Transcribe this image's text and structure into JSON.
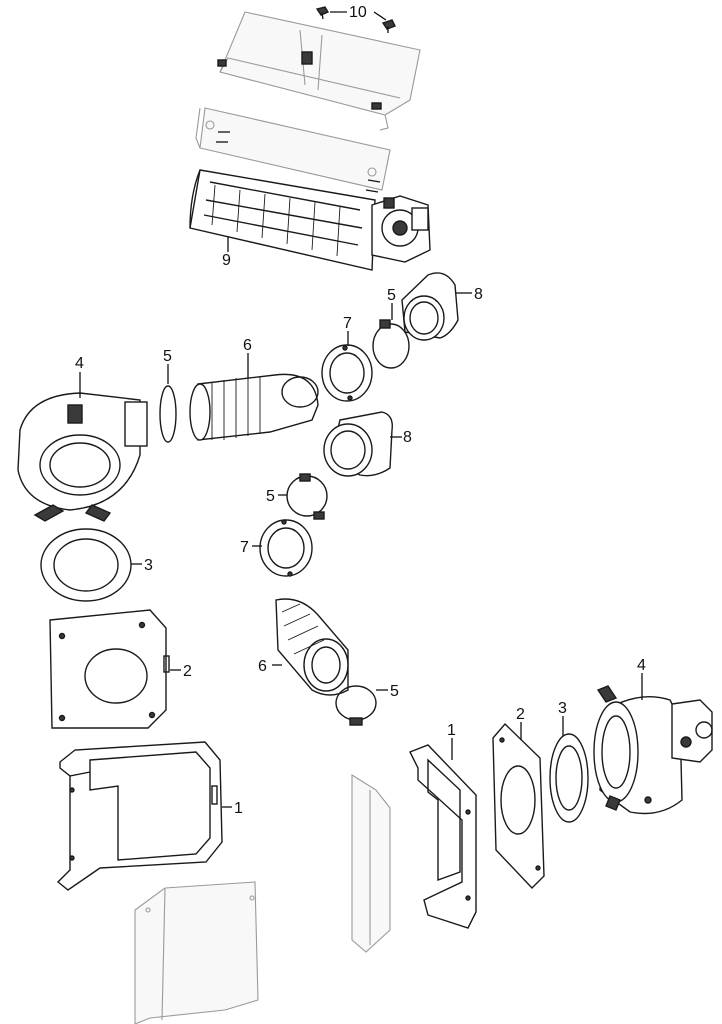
{
  "callouts": {
    "c1a": "1",
    "c1b": "1",
    "c2a": "2",
    "c2b": "2",
    "c3a": "3",
    "c3b": "3",
    "c4a": "4",
    "c4b": "4",
    "c5a": "5",
    "c5b": "5",
    "c5c": "5",
    "c5d": "5",
    "c6a": "6",
    "c6b": "6",
    "c7a": "7",
    "c7b": "7",
    "c8a": "8",
    "c8b": "8",
    "c9": "9",
    "c10": "10"
  }
}
